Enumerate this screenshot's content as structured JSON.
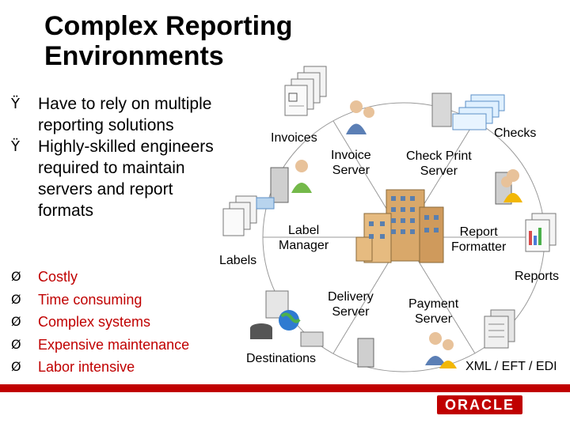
{
  "title_line1": "Complex Reporting",
  "title_line2": "Environments",
  "bullets_top": [
    {
      "mark": "Ÿ",
      "lines": [
        "Have to rely on multiple",
        "reporting solutions"
      ]
    },
    {
      "mark": "Ÿ",
      "lines": [
        "Highly-skilled engineers",
        "required to maintain",
        "servers and report",
        "formats"
      ]
    }
  ],
  "bullets_red": [
    {
      "mark": "Ø",
      "text": "Costly"
    },
    {
      "mark": "Ø",
      "text": "Time consuming"
    },
    {
      "mark": "Ø",
      "text": "Complex systems"
    },
    {
      "mark": "Ø",
      "text": "Expensive maintenance"
    },
    {
      "mark": "Ø",
      "text": "Labor intensive"
    }
  ],
  "diagram": {
    "invoices": "Invoices",
    "invoice_server": [
      "Invoice",
      "Server"
    ],
    "checks": "Checks",
    "check_print_server": [
      "Check Print",
      "Server"
    ],
    "label_manager": [
      "Label",
      "Manager"
    ],
    "labels": "Labels",
    "report_formatter": [
      "Report",
      "Formatter"
    ],
    "reports": "Reports",
    "delivery_server": [
      "Delivery",
      "Server"
    ],
    "payment_server": [
      "Payment",
      "Server"
    ],
    "destinations": "Destinations",
    "xml_eft_edi": "XML / EFT / EDI"
  },
  "footer": {
    "logo": "ORACLE",
    "bar_color": "#c00000"
  }
}
